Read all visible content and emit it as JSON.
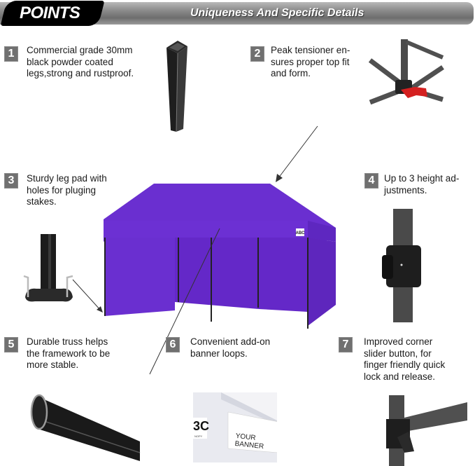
{
  "header": {
    "badge_label": "POINTS",
    "subtitle": "Uniqueness And Specific Details"
  },
  "features": [
    {
      "number": "1",
      "text": "Commercial grade 30mm\nblack powder coated\nlegs,strong and rustproof.",
      "image": "square-leg-tube"
    },
    {
      "number": "2",
      "text": "Peak tensioner en-\nsures proper top fit\nand form.",
      "image": "peak-tensioner-red-handle"
    },
    {
      "number": "3",
      "text": "Sturdy leg pad with\nholes for pluging\nstakes.",
      "image": "leg-pad-with-stakes"
    },
    {
      "number": "4",
      "text": "Up to 3 height ad-\njustments.",
      "image": "height-adjust-clip"
    },
    {
      "number": "5",
      "text": "Durable truss helps\nthe framework to be\nmore stable.",
      "image": "oval-truss-tube"
    },
    {
      "number": "6",
      "text": "Convenient add-on\nbanner loops.",
      "image": "banner-loops"
    },
    {
      "number": "7",
      "text": "Improved corner\nslider button, for\nfinger friendly quick\nlock and release.",
      "image": "corner-slider-button"
    }
  ],
  "tent": {
    "color": "#6a2fd0",
    "logo_text": "ABC"
  },
  "banner_image": {
    "logo_fragment": "3C",
    "logo_sub": "NOPY",
    "banner_text": "YOUR BANNER"
  },
  "colors": {
    "badge_bg": "#707070",
    "tent_purple": "#6a2fd0",
    "tent_purple_dark": "#5a22b8",
    "tensioner_red": "#d42020",
    "frame_gray": "#4a4a4a"
  }
}
